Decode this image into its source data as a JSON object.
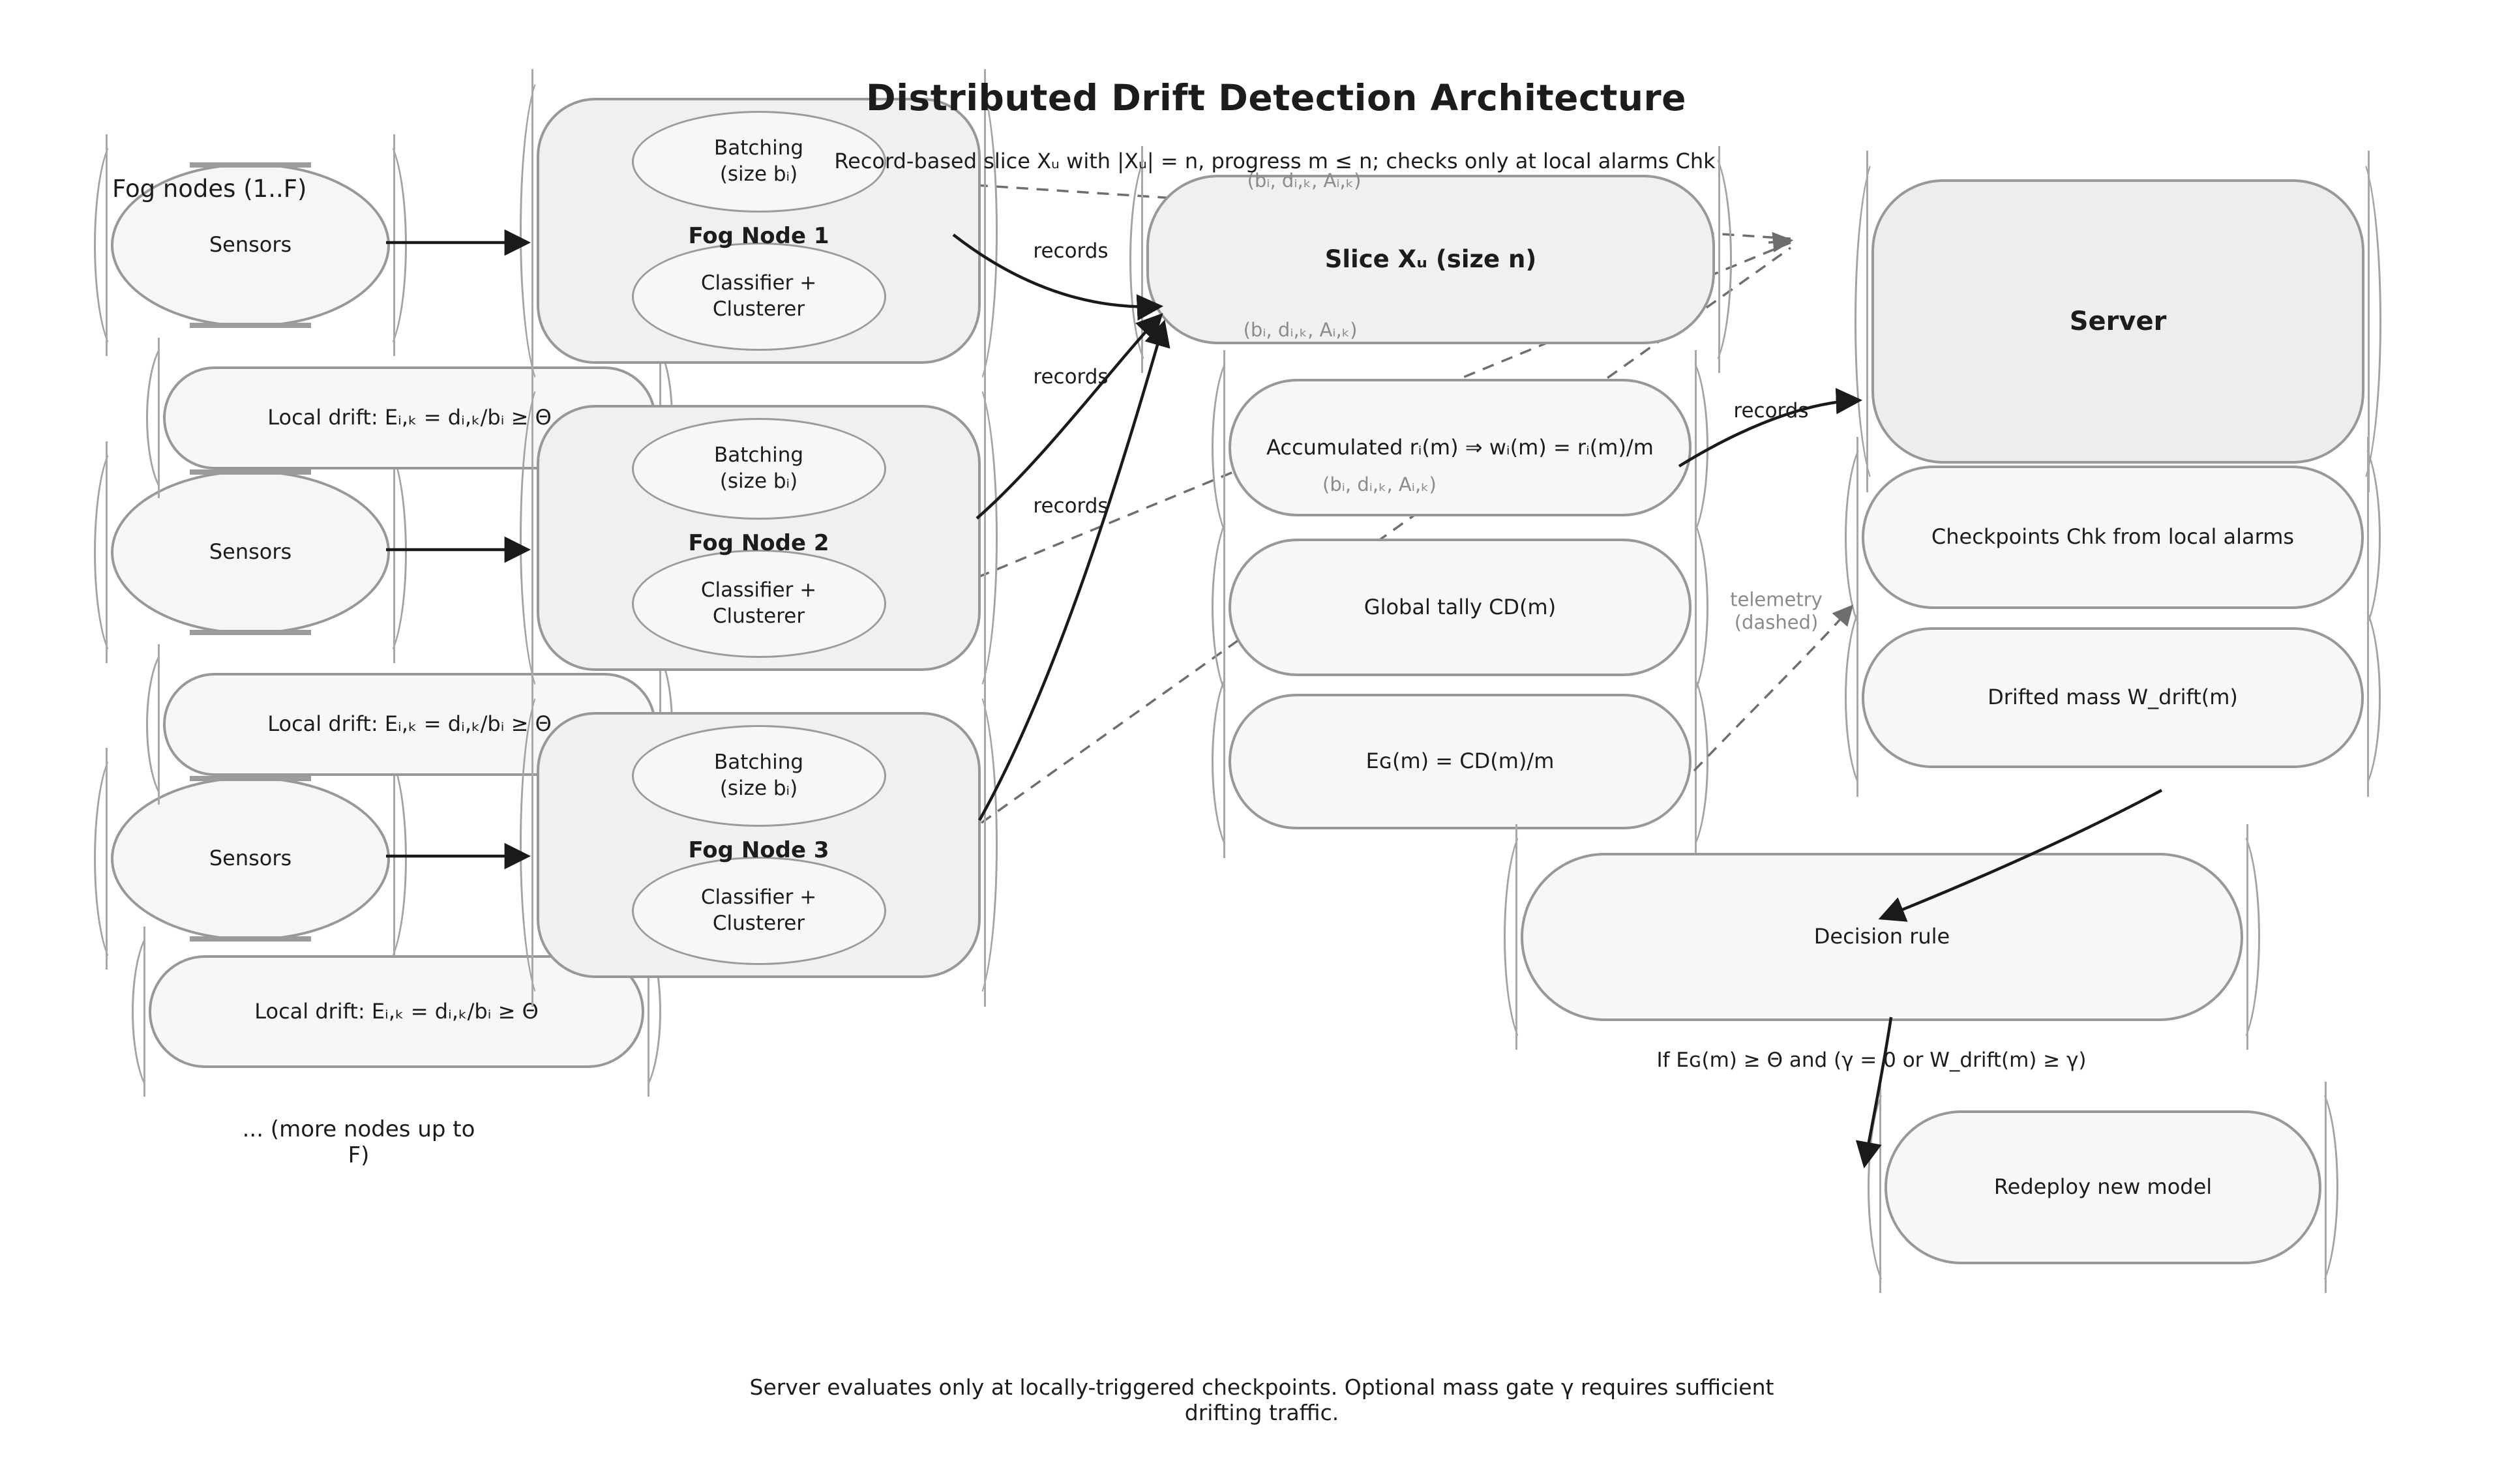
{
  "title": "Distributed Drift Detection Architecture",
  "annotation": "Record-based slice Xᵤ with |Xᵤ| = n, progress m ≤ n; checks only at local alarms Chk",
  "caption": "Server evaluates only at locally-triggered checkpoints. Optional mass gate γ requires sufficient drifting traffic.",
  "colors": {
    "background": "#ffffff",
    "node_border": "#989898",
    "container_fill": "#f0f0f0",
    "stadium_fill": "#f7f7f7",
    "server_fill": "#ededed",
    "text": "#1c1c1c",
    "muted_label": "#8b8b8b",
    "solid_edge": "#1a1a1a",
    "dashed_edge": "#6e6e6e"
  },
  "left_column": {
    "group_label": "Fog nodes (1..F)",
    "sensors_label": "Sensors",
    "local_drift_label": "Local drift: Eᵢ,ₖ = dᵢ,ₖ/bᵢ ≥ Θ",
    "more_nodes": "... (more nodes up to F)"
  },
  "fog_nodes": [
    {
      "title": "Fog Node 1",
      "batching_line1": "Batching",
      "batching_line2": "(size bᵢ)",
      "classifier_line1": "Classifier +",
      "classifier_line2": "Clusterer"
    },
    {
      "title": "Fog Node 2",
      "batching_line1": "Batching",
      "batching_line2": "(size bᵢ)",
      "classifier_line1": "Classifier +",
      "classifier_line2": "Clusterer"
    },
    {
      "title": "Fog Node 3",
      "batching_line1": "Batching",
      "batching_line2": "(size bᵢ)",
      "classifier_line1": "Classifier +",
      "classifier_line2": "Clusterer"
    }
  ],
  "slice": {
    "label": "Slice Xᵤ (size n)"
  },
  "aggregation": {
    "accumulated": "Accumulated rᵢ(m) ⇒ wᵢ(m) = rᵢ(m)/m",
    "global_tally": "Global tally CD(m)",
    "eg": "Eɢ(m) = CD(m)/m"
  },
  "server": {
    "label": "Server",
    "checkpoints": "Checkpoints Chk from local alarms",
    "drifted_mass": "Drifted mass W_drift(m)",
    "decision_rule": "Decision rule",
    "condition": "If Eɢ(m) ≥ Θ and (γ = 0 or W_drift(m) ≥ γ)",
    "redeploy": "Redeploy new model"
  },
  "edge_labels": {
    "records": "records",
    "telemetry": "telemetry\n(dashed)",
    "tuples": [
      "(bᵢ, dᵢ,ₖ, Aᵢ,ₖ)",
      "(bᵢ, dᵢ,ₖ, Aᵢ,ₖ)",
      "(bᵢ, dᵢ,ₖ, Aᵢ,ₖ)"
    ]
  }
}
